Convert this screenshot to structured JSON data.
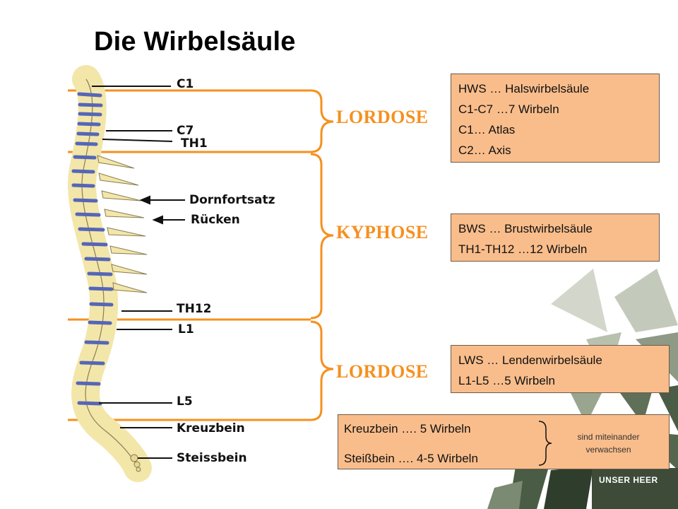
{
  "title": "Die Wirbelsäule",
  "spine_labels": {
    "c1": "C1",
    "c7": "C7",
    "th1": "TH1",
    "dornfortsatz": "Dornfortsatz",
    "ruecken": "Rücken",
    "th12": "TH12",
    "l1": "L1",
    "l5": "L5",
    "kreuzbein": "Kreuzbein",
    "steissbein": "Steissbein"
  },
  "regions": [
    {
      "label": "LORDOSE"
    },
    {
      "label": "KYPHOSE"
    },
    {
      "label": "LORDOSE"
    }
  ],
  "info_boxes": {
    "hws": [
      "HWS … Halswirbelsäule",
      "C1-C7 …7 Wirbeln",
      "C1… Atlas",
      "C2… Axis"
    ],
    "bws": [
      "BWS … Brustwirbelsäule",
      "TH1-TH12 …12 Wirbeln"
    ],
    "lws": [
      "LWS … Lendenwirbelsäule",
      "L1-L5 …5 Wirbeln"
    ]
  },
  "bottom_box": {
    "kreuzbein": "Kreuzbein …. 5 Wirbeln",
    "steissbein": "Steißbein …. 4-5 Wirbeln",
    "note": "sind miteinander verwachsen"
  },
  "brand": "UNSER HEER",
  "colors": {
    "accent": "#f5901f",
    "box_fill": "#f9bd8b",
    "vertebra": "#f3e6a9",
    "disc": "#5566b8",
    "camo_dark": "#4a5c45",
    "camo_light": "#c9cdbf"
  }
}
